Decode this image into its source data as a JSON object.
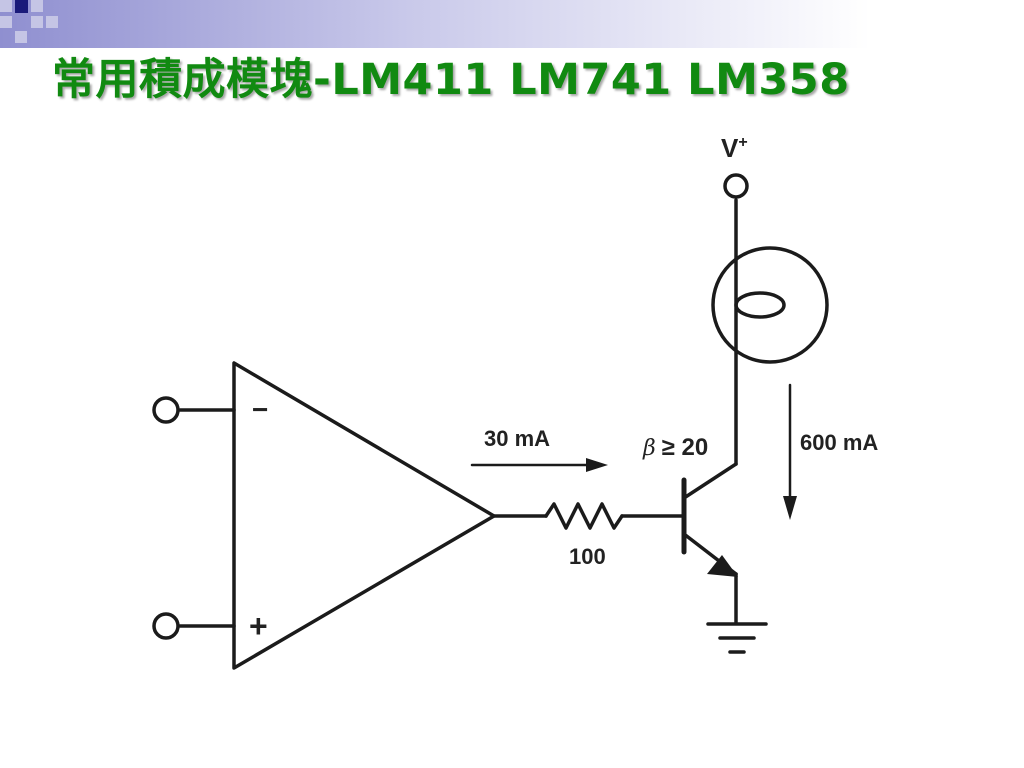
{
  "slide": {
    "title": "常用積成模塊-LM411 LM741 LM358",
    "accent_color": "#118a11",
    "header_square_color": "#1a1a7a"
  },
  "diagram": {
    "supply_label": "V",
    "supply_superscript": "+",
    "inverting_sign": "−",
    "noninverting_sign": "+",
    "base_current_label": "30 mA",
    "resistor_value": "100",
    "beta_symbol": "β",
    "beta_condition": "≥ 20",
    "load_current_label": "600 mA",
    "components": [
      "op-amp",
      "resistor",
      "npn-transistor",
      "lamp",
      "ground"
    ]
  }
}
